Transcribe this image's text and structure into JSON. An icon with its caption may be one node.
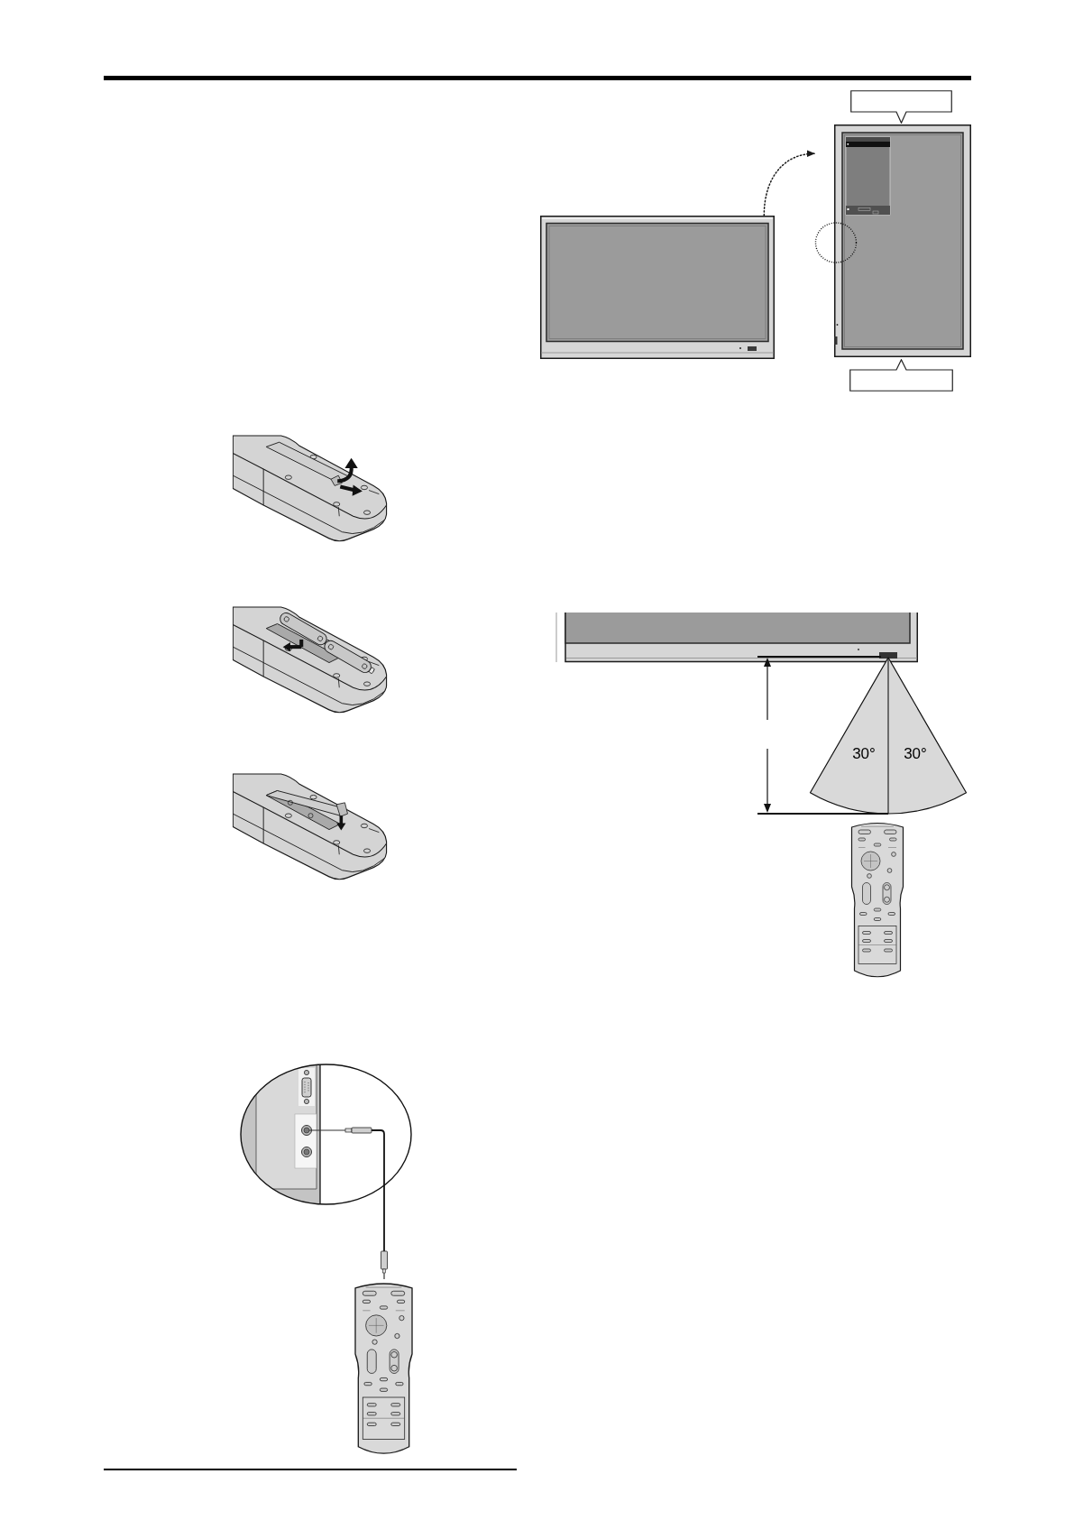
{
  "diagram": {
    "nodes": [
      {
        "text": [],
        "shape": "picture"
      },
      {
        "text": [],
        "shape": "picture"
      },
      {
        "text": [],
        "shape": "callout"
      },
      {
        "text": [],
        "shape": "callout"
      }
    ],
    "edges": [
      {
        "from": 0,
        "to": 1,
        "arrow": "to",
        "style": "dashed"
      }
    ],
    "labels": [
      "30°",
      "30°"
    ]
  }
}
